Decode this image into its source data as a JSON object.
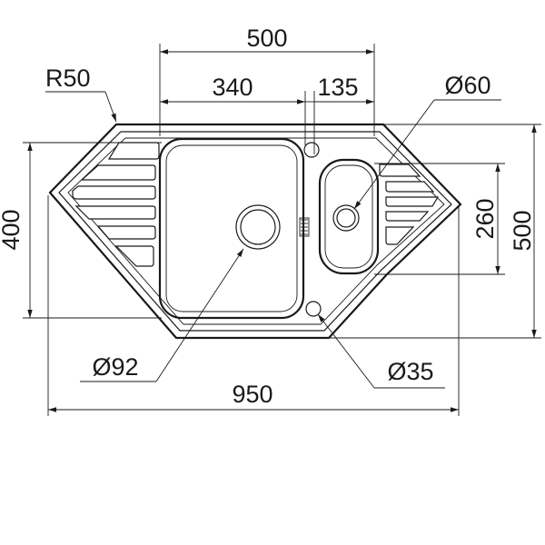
{
  "dimensions": {
    "overall_width": "950",
    "overall_depth": "500",
    "main_length": "500",
    "bowl_width": "340",
    "small_bowl_width": "135",
    "depth_left": "400",
    "small_bowl_depth": "260",
    "corner_radius": "R50",
    "small_drain": "Ø60",
    "main_drain": "Ø92",
    "tap_hole": "Ø35"
  }
}
